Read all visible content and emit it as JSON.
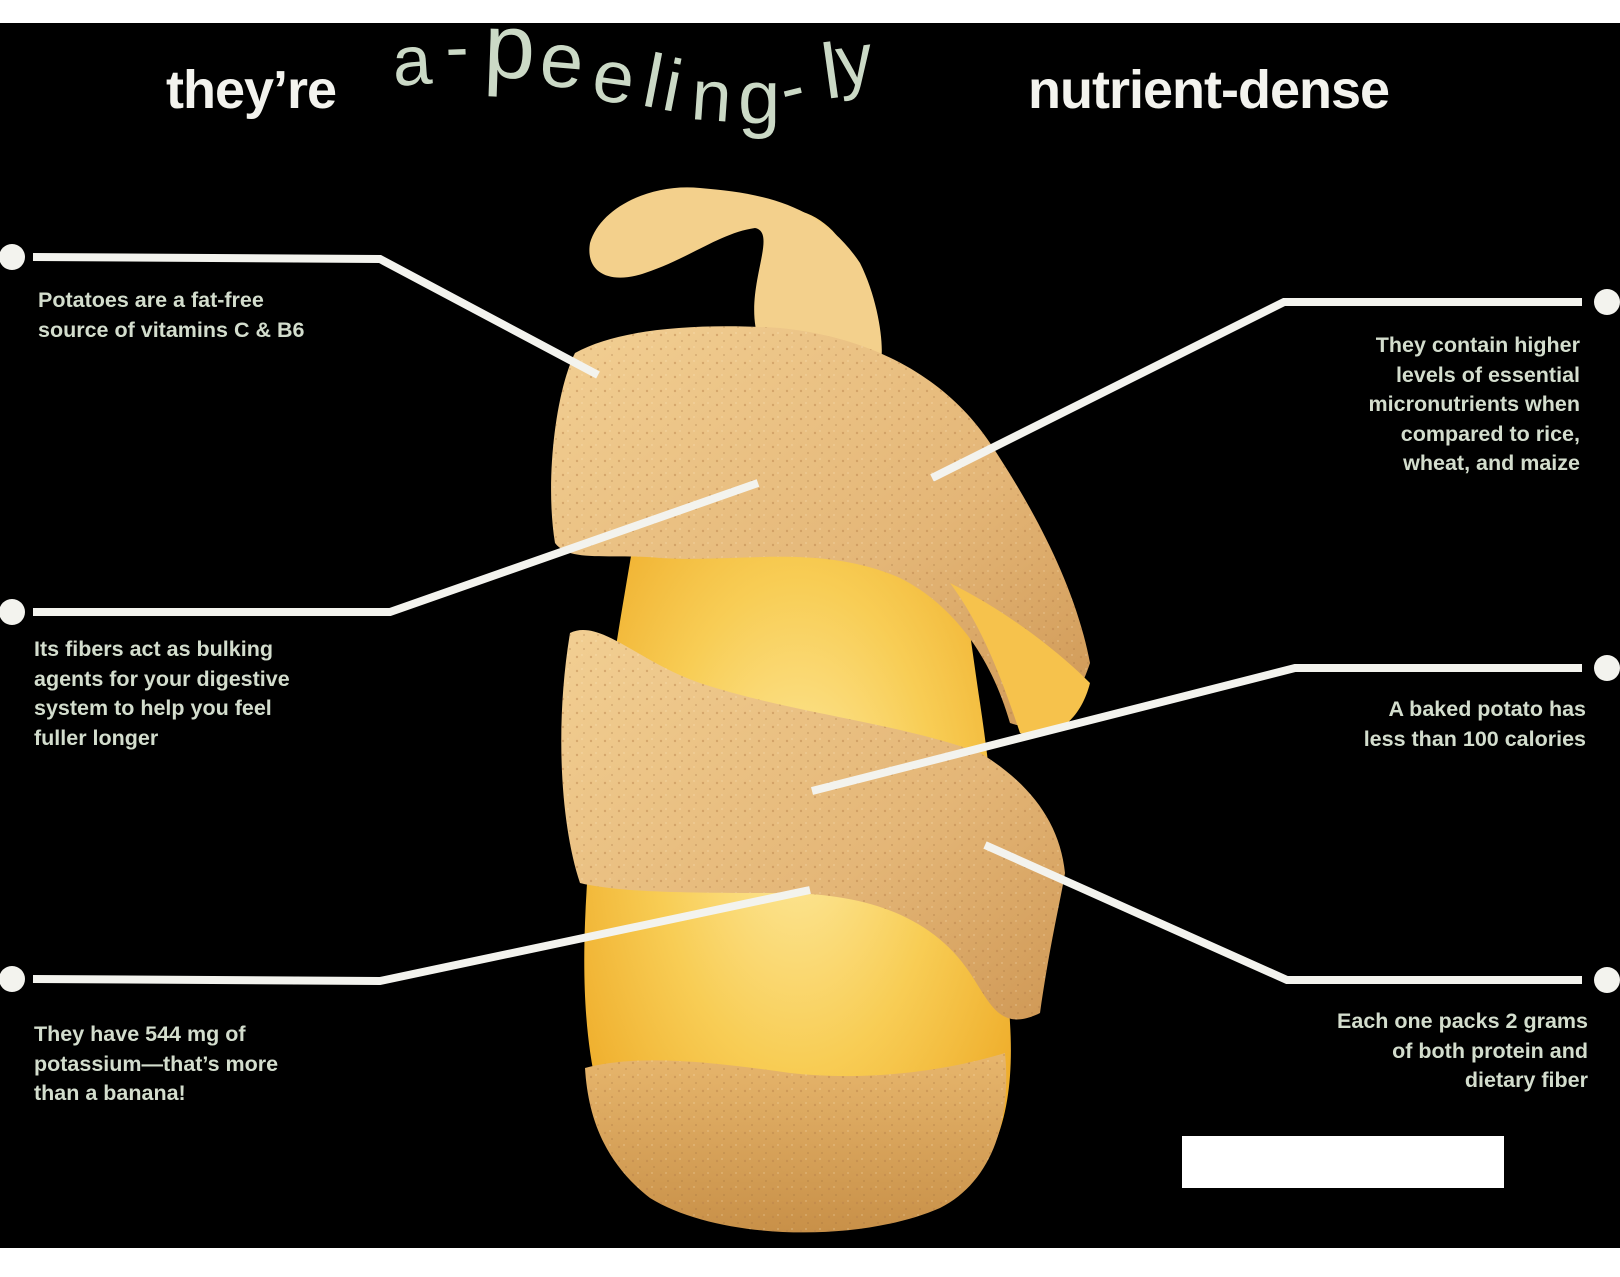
{
  "title": {
    "prefix": "they’re",
    "pun": "a-peeling-ly",
    "pun_letters": [
      "a",
      "-",
      "p",
      "e",
      "e",
      "l",
      "i",
      "n",
      "g",
      "-",
      "l",
      "y"
    ],
    "suffix": "nutrient-dense"
  },
  "facts": [
    {
      "id": "vitamins",
      "side": "left",
      "text": "Potatoes are a fat-free\nsource of vitamins C & B6"
    },
    {
      "id": "fiber",
      "side": "left",
      "text": "Its fibers act as bulking\nagents for your digestive\nsystem to help you feel\nfuller longer"
    },
    {
      "id": "potassium",
      "side": "left",
      "text": "They have 544 mg of\npotassium—that’s more\nthan a banana!"
    },
    {
      "id": "micronutrients",
      "side": "right",
      "text": "They contain higher\nlevels of essential\nmicronutrients when\ncompared to rice,\nwheat, and maize"
    },
    {
      "id": "calories",
      "side": "right",
      "text": "A baked potato has\nless than 100 calories"
    },
    {
      "id": "protein",
      "side": "right",
      "text": "Each one packs 2 grams\nof both protein and\ndietary fiber"
    }
  ],
  "colors": {
    "background": "#000000",
    "title_text": "#f3f3ee",
    "pun_text": "#cbd9c6",
    "fact_text": "#d3ddcd",
    "leader_line": "#f3f3ee",
    "potato_flesh": "#f7c64a",
    "potato_skin": "#e2b072"
  },
  "illustration": "peeled-potato-spiral"
}
